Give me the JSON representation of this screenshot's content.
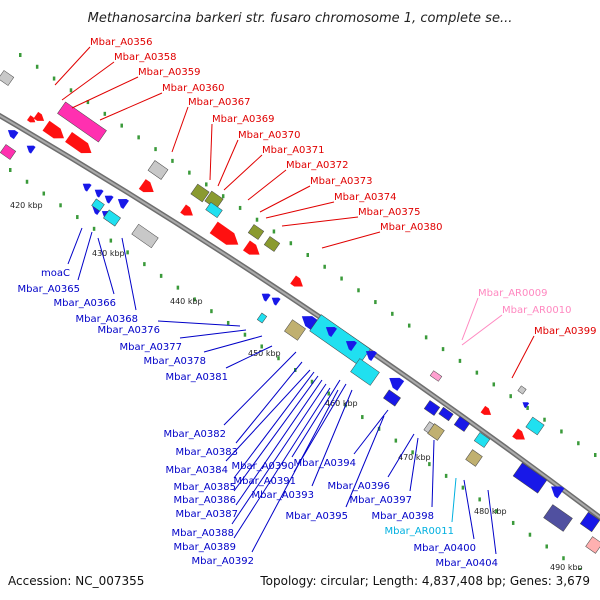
{
  "title": "Methanosarcina barkeri str. fusaro chromosome 1, complete se...",
  "footer": {
    "accession": "Accession: NC_007355",
    "stats": "Topology: circular; Length: 4,837,408 bp; Genes: 3,679"
  },
  "colors": {
    "plus_strand_label": "#e00000",
    "minus_strand_label": "#0000c8",
    "rna_label": "#ff88c0",
    "ncrna_label": "#00b0e0",
    "backbone": "#888888",
    "gene_red": "#ff1010",
    "gene_blue": "#1818e8",
    "gene_cyan": "#20e0f0",
    "gene_magenta": "#ff30b0",
    "gene_olive": "#8a9a30",
    "gene_khaki": "#c0b070",
    "gene_gray": "#c8c8c8",
    "gene_navy": "#5050a0"
  },
  "kbp_ticks": [
    "420 kbp",
    "430 kbp",
    "440 kbp",
    "450 kbp",
    "460 kbp",
    "470 kbp",
    "480 kbp",
    "490 kbp"
  ],
  "top_labels": [
    "Mbar_A0356",
    "Mbar_A0358",
    "Mbar_A0359",
    "Mbar_A0360",
    "Mbar_A0367",
    "Mbar_A0369",
    "Mbar_A0370",
    "Mbar_A0371",
    "Mbar_A0372",
    "Mbar_A0373",
    "Mbar_A0374",
    "Mbar_A0375",
    "Mbar_A0380"
  ],
  "rna_labels": [
    "Mbar_AR0009",
    "Mbar_AR0010"
  ],
  "right_labels": [
    "Mbar_A0399"
  ],
  "bottom_left_labels": [
    "moaC",
    "Mbar_A0365",
    "Mbar_A0366",
    "Mbar_A0368",
    "Mbar_A0376",
    "Mbar_A0377",
    "Mbar_A0378",
    "Mbar_A0381"
  ],
  "bottom_labels": [
    "Mbar_A0382",
    "Mbar_A0383",
    "Mbar_A0384",
    "Mbar_A0390",
    "Mbar_A0394",
    "Mbar_A0385",
    "Mbar_A0391",
    "Mbar_A0386",
    "Mbar_A0393",
    "Mbar_A0387",
    "Mbar_A0396",
    "Mbar_A0395",
    "Mbar_A0397",
    "Mbar_A0388",
    "Mbar_A0398",
    "Mbar_A0389",
    "Mbar_AR0011",
    "Mbar_A0392",
    "Mbar_A0400",
    "Mbar_A0404"
  ]
}
